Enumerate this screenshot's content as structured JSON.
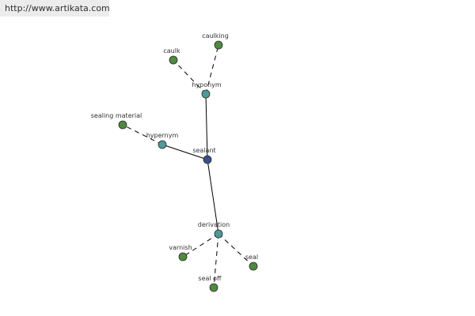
{
  "banner": {
    "url": "http://www.artikata.com"
  },
  "colors": {
    "root": "#3b4f8c",
    "relation": "#4f9a96",
    "leaf": "#4f8a3f",
    "node_stroke": "#2a2a2a",
    "edge": "#000000"
  },
  "graph": {
    "nodes": [
      {
        "id": "sealant",
        "label": "sealant",
        "kind": "root"
      },
      {
        "id": "hyponym",
        "label": "hyponym",
        "kind": "relation"
      },
      {
        "id": "hypernym",
        "label": "hypernym",
        "kind": "relation"
      },
      {
        "id": "derivation",
        "label": "derivation",
        "kind": "relation"
      },
      {
        "id": "caulk",
        "label": "caulk",
        "kind": "leaf"
      },
      {
        "id": "caulking",
        "label": "caulking",
        "kind": "leaf"
      },
      {
        "id": "sealing_material",
        "label": "sealing material",
        "kind": "leaf"
      },
      {
        "id": "varnish",
        "label": "varnish",
        "kind": "leaf"
      },
      {
        "id": "seal",
        "label": "seal",
        "kind": "leaf"
      },
      {
        "id": "seal_off",
        "label": "seal off",
        "kind": "leaf"
      }
    ],
    "edges": [
      {
        "from": "sealant",
        "to": "hyponym",
        "style": "solid"
      },
      {
        "from": "sealant",
        "to": "hypernym",
        "style": "solid"
      },
      {
        "from": "sealant",
        "to": "derivation",
        "style": "solid"
      },
      {
        "from": "hyponym",
        "to": "caulk",
        "style": "dashed"
      },
      {
        "from": "hyponym",
        "to": "caulking",
        "style": "dashed"
      },
      {
        "from": "hypernym",
        "to": "sealing_material",
        "style": "dashed"
      },
      {
        "from": "derivation",
        "to": "varnish",
        "style": "dashed"
      },
      {
        "from": "derivation",
        "to": "seal",
        "style": "dashed"
      },
      {
        "from": "derivation",
        "to": "seal_off",
        "style": "dashed"
      }
    ]
  }
}
